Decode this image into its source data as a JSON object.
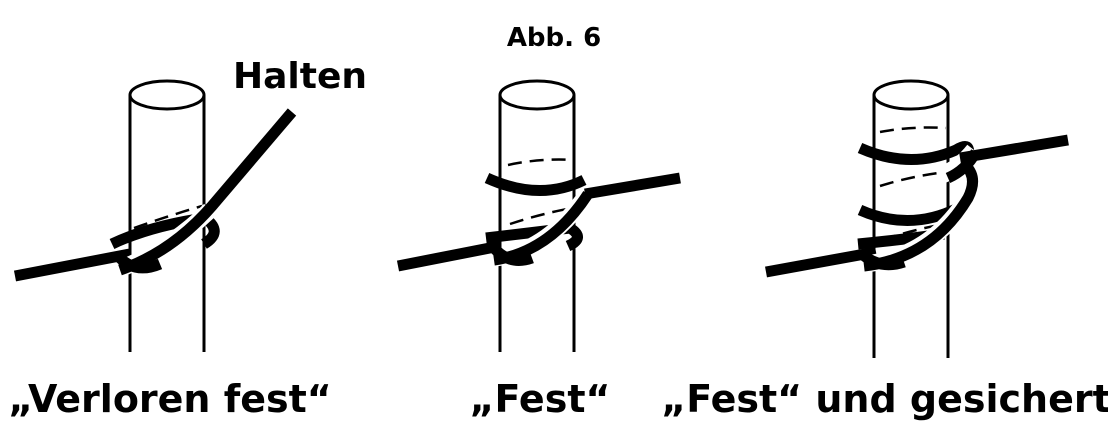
{
  "figure": {
    "title": "Abb. 6",
    "panels": [
      {
        "id": "verloren-fest",
        "caption": "„Verloren fest“",
        "annotation": "Halten"
      },
      {
        "id": "fest",
        "caption": "„Fest“"
      },
      {
        "id": "fest-gesichert",
        "caption": "„Fest“ und gesichert"
      }
    ]
  },
  "colors": {
    "ink": "#000000",
    "paper": "#ffffff"
  }
}
